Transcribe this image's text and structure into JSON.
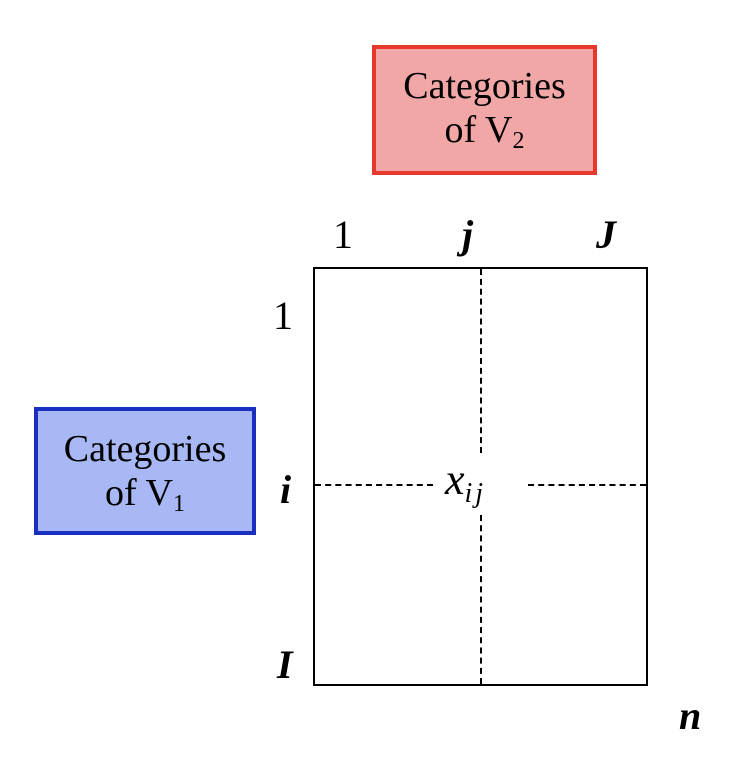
{
  "colors": {
    "v2_box_fill": "#f2a7a7",
    "v2_box_border": "#e8382e",
    "v1_box_fill": "#a7b8f5",
    "v1_box_border": "#1a2fbf"
  },
  "column_box": {
    "line1": "Categories",
    "line2_prefix": "of V",
    "subscript": "2"
  },
  "row_box": {
    "line1": "Categories",
    "line2_prefix": "of V",
    "subscript": "1"
  },
  "column_labels": {
    "first": "1",
    "middle": "j",
    "last": "J"
  },
  "row_labels": {
    "first": "1",
    "middle": "i",
    "last": "I"
  },
  "cell": {
    "symbol": "x",
    "subscript": "ij"
  },
  "total_label": "n"
}
